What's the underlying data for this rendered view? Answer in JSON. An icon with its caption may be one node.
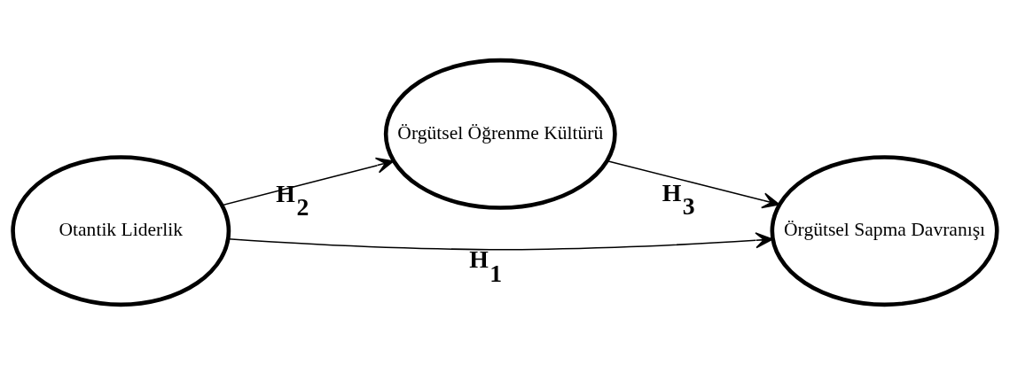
{
  "diagram": {
    "nodes": [
      {
        "text": [
          "Örgütsel Öğrenme Kültürü"
        ]
      },
      {
        "text": [
          "Otantik Liderlik"
        ]
      },
      {
        "text": [
          "Örgütsel Sapma Davranışı"
        ]
      }
    ],
    "edges": [
      {
        "from": 1,
        "to": 0,
        "arrow": "to",
        "label": "H$_{2}$"
      },
      {
        "from": 0,
        "to": 2,
        "arrow": "to",
        "label": "H$_{3}$"
      },
      {
        "from": 1,
        "to": 2,
        "arrow": "to",
        "label": "H$_{1}$"
      }
    ]
  }
}
